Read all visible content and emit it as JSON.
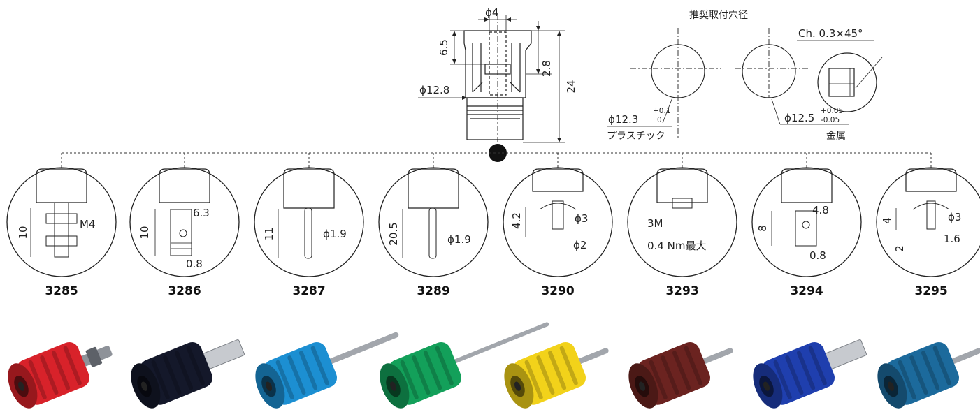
{
  "top_drawing": {
    "dim_top_width": "ϕ4",
    "dim_left_height": "6.5",
    "dim_right_small": "2.8",
    "dim_total_height": "24",
    "dim_diameter": "ϕ12.8"
  },
  "mounting_hole": {
    "title": "推奨取付穴径",
    "plastic_dia": "ϕ12.3",
    "plastic_tol_upper": "+0.1",
    "plastic_tol_lower": "0",
    "plastic_label": "プラスチック",
    "metal_dia": "ϕ12.5",
    "metal_tol_upper": "+0.05",
    "metal_tol_lower": "-0.05",
    "metal_label": "金属",
    "chamfer": "Ch. 0.3×45°"
  },
  "variants": [
    {
      "model": "3285",
      "d1": "10",
      "d2": "M4"
    },
    {
      "model": "3286",
      "d1": "10",
      "d2": "6.3",
      "d3": "0.8"
    },
    {
      "model": "3287",
      "d1": "11",
      "d2": "ϕ1.9"
    },
    {
      "model": "3289",
      "d1": "20.5",
      "d2": "ϕ1.9"
    },
    {
      "model": "3290",
      "d1": "4.2",
      "d2": "ϕ3",
      "d3": "ϕ2"
    },
    {
      "model": "3293",
      "d1": "3M",
      "d2": "0.4 Nm最大"
    },
    {
      "model": "3294",
      "d1": "8",
      "d2": "4.8",
      "d3": "0.8"
    },
    {
      "model": "3295",
      "d1": "4",
      "d2": "ϕ3",
      "d3": "2",
      "d4": "1.6"
    }
  ],
  "products": [
    {
      "color_name": "red",
      "color": "#d8222a"
    },
    {
      "color_name": "black",
      "color": "#14182a"
    },
    {
      "color_name": "blue",
      "color": "#1c8fd2"
    },
    {
      "color_name": "green",
      "color": "#13a05a"
    },
    {
      "color_name": "yellow",
      "color": "#f2d21a"
    },
    {
      "color_name": "brown",
      "color": "#6b2320"
    },
    {
      "color_name": "dark-blue",
      "color": "#1f3fae"
    },
    {
      "color_name": "teal-blue",
      "color": "#1c6a9c"
    }
  ]
}
